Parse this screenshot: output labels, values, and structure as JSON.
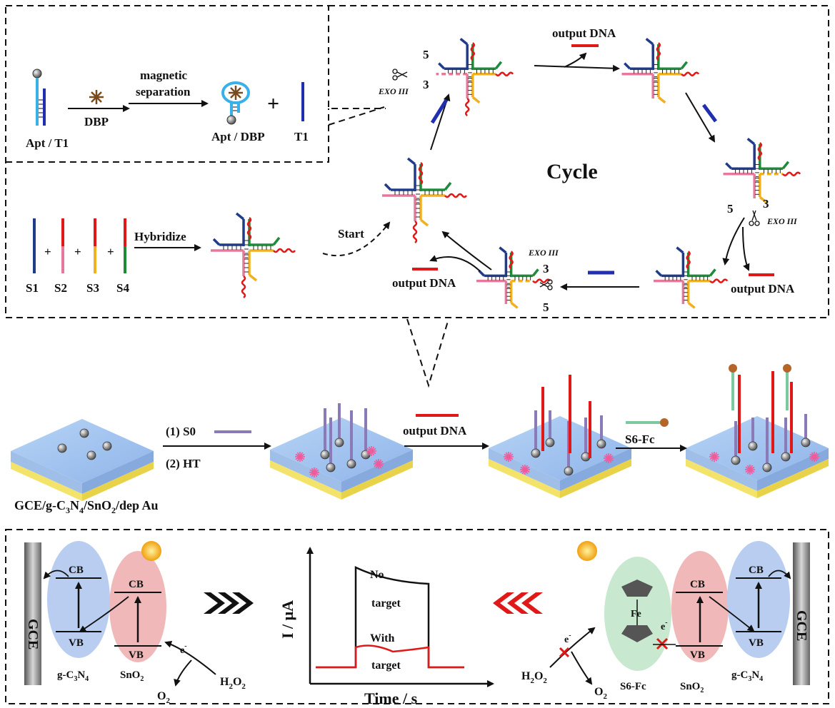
{
  "top_panel": {
    "apt_label": "Apt / T1",
    "dbp_label": "DBP",
    "magnetic_line1": "magnetic",
    "magnetic_line2": "separation",
    "apt_dbp_label": "Apt / DBP",
    "plus": "+",
    "t1_label": "T1",
    "strands": [
      "S1",
      "S2",
      "S3",
      "S4"
    ],
    "hybridize": "Hybridize",
    "start": "Start",
    "cycle": "Cycle",
    "output_dna": "output DNA",
    "exo": "EXO III",
    "end5": "5",
    "end3": "3"
  },
  "middle_panel": {
    "step1": "(1) S0",
    "step2": "(2) HT",
    "output_dna": "output DNA",
    "s6fc": "S6-Fc",
    "electrode_prefix": "GCE/g-C",
    "electrode_sub3": "3",
    "electrode_n": "N",
    "electrode_sub4": "4",
    "electrode_sno": "/SnO",
    "electrode_sub2": "2",
    "electrode_suffix": "/dep Au"
  },
  "bottom_panel": {
    "cb": "CB",
    "vb": "VB",
    "gce": "GCE",
    "gc3n4": "g-C",
    "sub3": "3",
    "n": "N",
    "sub4": "4",
    "sno2": "SnO",
    "sub2": "2",
    "e_minus": "e",
    "minus": "-",
    "h2o2_h": "H",
    "h2o2_o": "O",
    "o2": "O",
    "fe": "Fe",
    "s6fc": "S6-Fc",
    "y_axis": "I / μA",
    "x_axis": "Time / s",
    "no": "No",
    "target": "target",
    "with": "With"
  },
  "colors": {
    "blue_strand": "#1f3b8a",
    "dark_blue": "#16306e",
    "pink": "#e8789b",
    "red": "#e01818",
    "green": "#1e8a3a",
    "yellow": "#f0b020",
    "purple": "#8a7ab8",
    "cb_blue": "#b8cdf0",
    "vb_red": "#f0b8b8",
    "fc_green": "#c8e8d0"
  }
}
